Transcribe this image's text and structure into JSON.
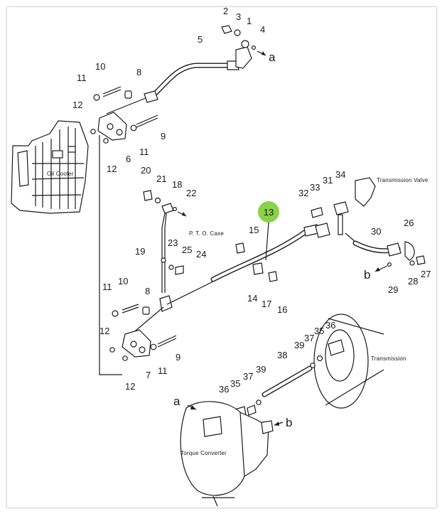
{
  "diagram": {
    "captions": {
      "oil_cooler": "Oil Cooler",
      "pto_case": "P. T. O. Case",
      "transmission_valve": "Transmission Valve",
      "transmission": "Transmission",
      "torque_converter": "Torque Converter"
    },
    "highlight": {
      "label": "13",
      "color": "#8bd14a"
    },
    "callouts": [
      "1",
      "2",
      "3",
      "4",
      "5",
      "6",
      "7",
      "8",
      "8",
      "9",
      "9",
      "10",
      "10",
      "11",
      "11",
      "11",
      "11",
      "12",
      "12",
      "12",
      "12",
      "14",
      "15",
      "16",
      "17",
      "18",
      "19",
      "20",
      "21",
      "22",
      "23",
      "24",
      "25",
      "26",
      "27",
      "28",
      "29",
      "30",
      "31",
      "32",
      "33",
      "34",
      "35",
      "35",
      "36",
      "36",
      "37",
      "37",
      "38",
      "39",
      "39"
    ],
    "ref_letters": [
      "a",
      "a",
      "b",
      "b"
    ]
  }
}
